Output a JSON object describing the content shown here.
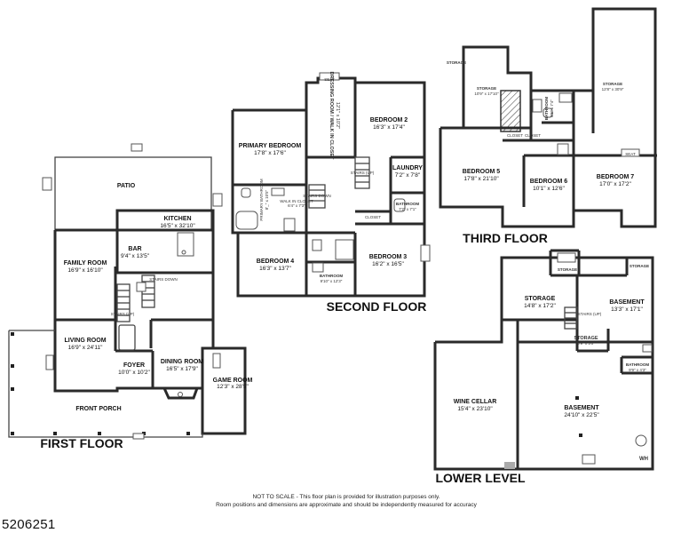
{
  "floors": {
    "first": "FIRST FLOOR",
    "second": "SECOND FLOOR",
    "third": "THIRD FLOOR",
    "lower": "LOWER LEVEL"
  },
  "rooms": {
    "patio": {
      "name": "PATIO",
      "dim": ""
    },
    "kitchen": {
      "name": "KITCHEN",
      "dim": "16'5\" x 32'10\""
    },
    "bar": {
      "name": "BAR",
      "dim": "9'4\" x 13'5\""
    },
    "family_room": {
      "name": "FAMILY ROOM",
      "dim": "16'9\" x 16'10\""
    },
    "living_room": {
      "name": "LIVING ROOM",
      "dim": "16'9\" x 24'11\""
    },
    "foyer": {
      "name": "FOYER",
      "dim": "10'0\" x 10'2\""
    },
    "dining_room": {
      "name": "DINING ROOM",
      "dim": "16'5\" x 17'9\""
    },
    "game_room": {
      "name": "GAME ROOM",
      "dim": "12'3\" x 28'5\""
    },
    "front_porch": {
      "name": "FRONT PORCH",
      "dim": ""
    },
    "primary_bedroom": {
      "name": "PRIMARY BEDROOM",
      "dim": "17'8\" x 17'6\""
    },
    "dressing_room": {
      "name": "DRESSING ROOM / WALK IN CLOSET",
      "dim": "12'1\" x 10'2\""
    },
    "bedroom2": {
      "name": "BEDROOM 2",
      "dim": "16'3\" x 17'4\""
    },
    "laundry": {
      "name": "LAUNDRY",
      "dim": "7'2\" x 7'8\""
    },
    "bathroom_2nd": {
      "name": "BATHROOM",
      "dim": "7'2\" x 7'1\""
    },
    "bedroom4": {
      "name": "BEDROOM 4",
      "dim": "16'3\" x 13'7\""
    },
    "bathroom_2nd_mid": {
      "name": "BATHROOM",
      "dim": "9'10\" x 12'3\""
    },
    "bedroom3": {
      "name": "BEDROOM 3",
      "dim": "16'2\" x 16'5\""
    },
    "storage_3rd_a": {
      "name": "STORAGE",
      "dim": "10'9\" x 17'10\""
    },
    "storage_3rd_top": {
      "name": "STORAGE",
      "dim": ""
    },
    "storage_3rd_b": {
      "name": "STORAGE",
      "dim": "12'8\" x 30'9\""
    },
    "bathroom_3rd": {
      "name": "BATHROOM",
      "dim": "8'5\" x 7'4\""
    },
    "bedroom5": {
      "name": "BEDROOM 5",
      "dim": "17'8\" x 21'10\""
    },
    "bedroom6": {
      "name": "BEDROOM 6",
      "dim": "10'1\" x 12'6\""
    },
    "bedroom7": {
      "name": "BEDROOM 7",
      "dim": "17'0\" x 17'2\""
    },
    "storage_ll_a": {
      "name": "STORAGE",
      "dim": "14'8\" x 17'2\""
    },
    "storage_ll_top": {
      "name": "STORAGE",
      "dim": ""
    },
    "storage_ll_right": {
      "name": "STORAGE",
      "dim": ""
    },
    "basement_a": {
      "name": "BASEMENT",
      "dim": "13'3\" x 17'1\""
    },
    "storage_ll_b": {
      "name": "STORAGE",
      "dim": "5'9\" x 5'0\""
    },
    "bathroom_ll": {
      "name": "BATHROOM",
      "dim": "9'9\" x 4'3\""
    },
    "wine_cellar": {
      "name": "WINE CELLAR",
      "dim": "15'4\" x 23'10\""
    },
    "basement_b": {
      "name": "BASEMENT",
      "dim": "24'10\" x 22'5\""
    }
  },
  "small_labels": {
    "closet": "CLOSET",
    "seat": "SEAT",
    "wh": "WH",
    "stairs_down": "STAIRS DOWN",
    "stairs_up": "STAIRS (UP)",
    "walk_in_closet": "WALK IN CLOSET",
    "primary_bathroom": "PRIMARY BATHROOM",
    "walk_in_closet_dim": "6'4\" x 7'3\"",
    "primary_bathroom_dim": "8'_\" x 10'5\""
  },
  "disclaimer": {
    "line1": "NOT TO SCALE - This floor plan is provided for illustration purposes only.",
    "line2": "Room positions and dimensions are approximate and should be independently measured for accuracy"
  },
  "listing_id": "5206251"
}
